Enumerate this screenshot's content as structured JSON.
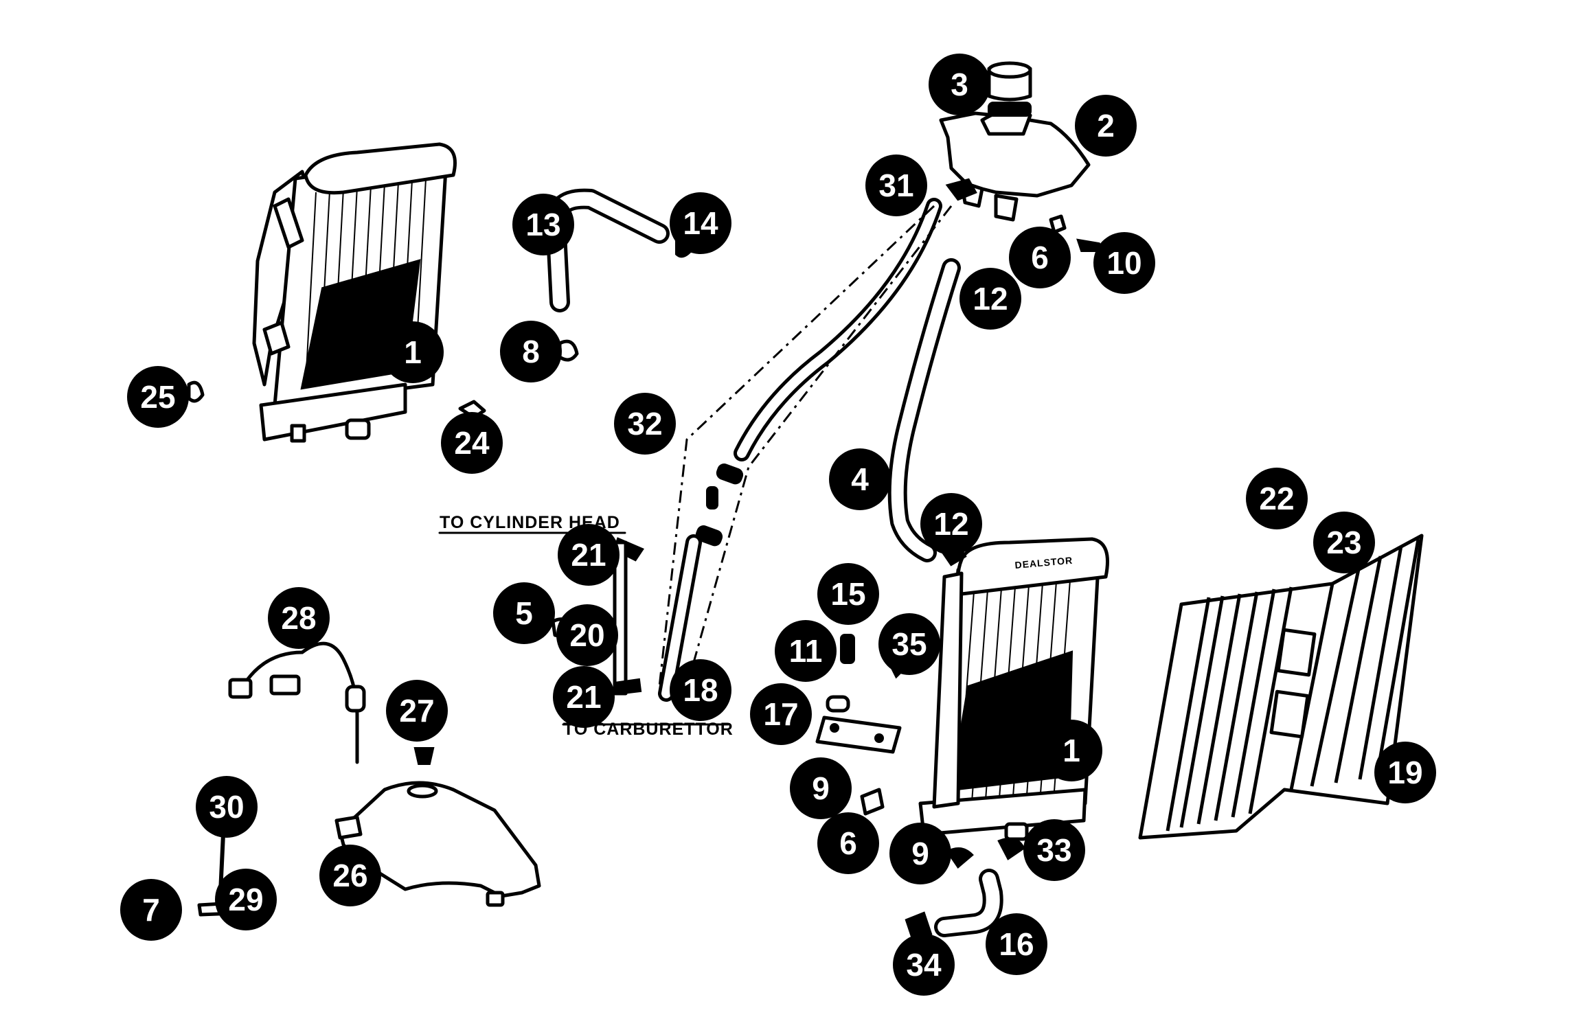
{
  "diagram": {
    "notes": {
      "to_cylinder_head": "TO CYLINDER HEAD",
      "to_carburettor": "TO CARBURETTOR",
      "badge": "DEALSTOR"
    },
    "callouts": [
      {
        "id": "c3",
        "label": "3"
      },
      {
        "id": "c2",
        "label": "2"
      },
      {
        "id": "c31",
        "label": "31"
      },
      {
        "id": "c13",
        "label": "13"
      },
      {
        "id": "c14",
        "label": "14"
      },
      {
        "id": "c6a",
        "label": "6"
      },
      {
        "id": "c10",
        "label": "10"
      },
      {
        "id": "c12a",
        "label": "12"
      },
      {
        "id": "c1a",
        "label": "1"
      },
      {
        "id": "c8",
        "label": "8"
      },
      {
        "id": "c25",
        "label": "25"
      },
      {
        "id": "c24",
        "label": "24"
      },
      {
        "id": "c32",
        "label": "32"
      },
      {
        "id": "c4",
        "label": "4"
      },
      {
        "id": "c12b",
        "label": "12"
      },
      {
        "id": "c22",
        "label": "22"
      },
      {
        "id": "c23",
        "label": "23"
      },
      {
        "id": "c21a",
        "label": "21"
      },
      {
        "id": "c5",
        "label": "5"
      },
      {
        "id": "c20",
        "label": "20"
      },
      {
        "id": "c28",
        "label": "28"
      },
      {
        "id": "c15",
        "label": "15"
      },
      {
        "id": "c11",
        "label": "11"
      },
      {
        "id": "c35",
        "label": "35"
      },
      {
        "id": "c21b",
        "label": "21"
      },
      {
        "id": "c18",
        "label": "18"
      },
      {
        "id": "c27",
        "label": "27"
      },
      {
        "id": "c17",
        "label": "17"
      },
      {
        "id": "c1b",
        "label": "1"
      },
      {
        "id": "c19",
        "label": "19"
      },
      {
        "id": "c30",
        "label": "30"
      },
      {
        "id": "c9a",
        "label": "9"
      },
      {
        "id": "c6b",
        "label": "6"
      },
      {
        "id": "c9b",
        "label": "9"
      },
      {
        "id": "c33",
        "label": "33"
      },
      {
        "id": "c26",
        "label": "26"
      },
      {
        "id": "c7",
        "label": "7"
      },
      {
        "id": "c29",
        "label": "29"
      },
      {
        "id": "c16",
        "label": "16"
      },
      {
        "id": "c34",
        "label": "34"
      }
    ]
  }
}
